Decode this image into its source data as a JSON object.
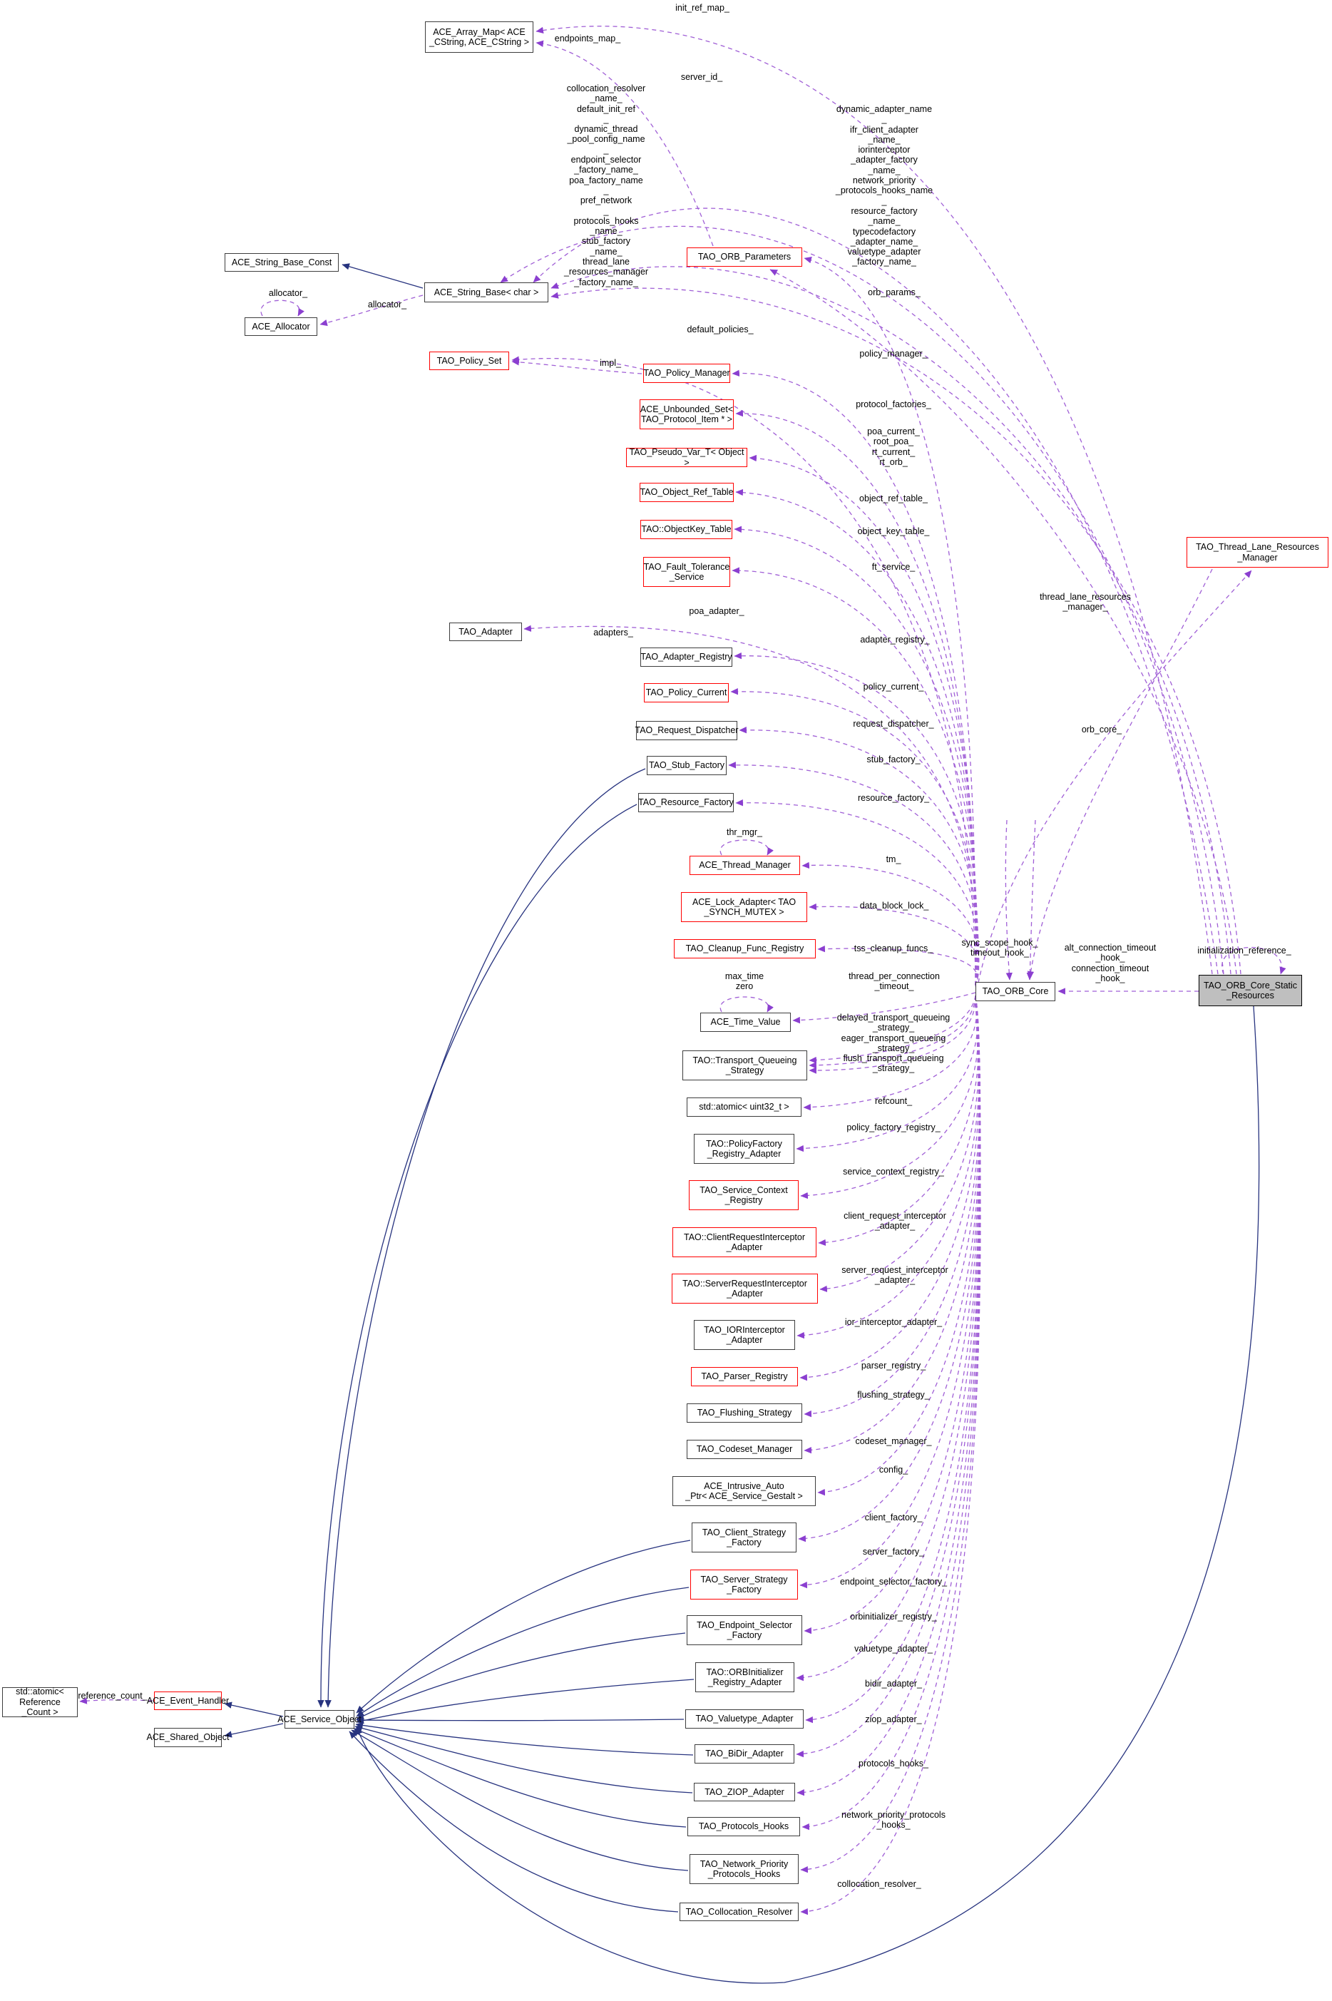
{
  "diagram": {
    "kind": "doxygen-collaboration-graph",
    "colors": {
      "dashed_edge": "#a05fd6",
      "solid_edge": "#27337f",
      "red_border": "#ff0000",
      "black_border": "#3d3d3d",
      "focus_fill": "#bfbfbf",
      "background": "#ffffff"
    }
  },
  "nodes": {
    "ace_array_map": {
      "label": "ACE_Array_Map< ACE\n_CString, ACE_CString >"
    },
    "ace_string_base_const": {
      "label": "ACE_String_Base_Const"
    },
    "ace_allocator": {
      "label": "ACE_Allocator"
    },
    "ace_string_base_char": {
      "label": "ACE_String_Base< char >"
    },
    "tao_orb_parameters": {
      "label": "TAO_ORB_Parameters"
    },
    "tao_policy_set": {
      "label": "TAO_Policy_Set"
    },
    "tao_policy_manager": {
      "label": "TAO_Policy_Manager"
    },
    "ace_unbounded_set": {
      "label": "ACE_Unbounded_Set<\nTAO_Protocol_Item * >"
    },
    "tao_pseudo_var": {
      "label": "TAO_Pseudo_Var_T< Object >"
    },
    "tao_object_ref_table": {
      "label": "TAO_Object_Ref_Table"
    },
    "tao_objectkey_table": {
      "label": "TAO::ObjectKey_Table"
    },
    "tao_fault_tolerance": {
      "label": "TAO_Fault_Tolerance\n_Service"
    },
    "tao_adapter": {
      "label": "TAO_Adapter"
    },
    "tao_adapter_registry": {
      "label": "TAO_Adapter_Registry"
    },
    "tao_policy_current": {
      "label": "TAO_Policy_Current"
    },
    "tao_request_dispatcher": {
      "label": "TAO_Request_Dispatcher"
    },
    "tao_stub_factory": {
      "label": "TAO_Stub_Factory"
    },
    "tao_resource_factory": {
      "label": "TAO_Resource_Factory"
    },
    "ace_thread_manager": {
      "label": "ACE_Thread_Manager"
    },
    "ace_lock_adapter": {
      "label": "ACE_Lock_Adapter< TAO\n_SYNCH_MUTEX >"
    },
    "tao_cleanup_func_registry": {
      "label": "TAO_Cleanup_Func_Registry"
    },
    "ace_time_value": {
      "label": "ACE_Time_Value"
    },
    "tao_transport_queueing": {
      "label": "TAO::Transport_Queueing\n_Strategy"
    },
    "std_atomic_uint32": {
      "label": "std::atomic< uint32_t >"
    },
    "tao_policyfactory": {
      "label": "TAO::PolicyFactory\n_Registry_Adapter"
    },
    "tao_service_context": {
      "label": "TAO_Service_Context\n_Registry"
    },
    "tao_clientrequest": {
      "label": "TAO::ClientRequestInterceptor\n_Adapter"
    },
    "tao_serverrequest": {
      "label": "TAO::ServerRequestInterceptor\n_Adapter"
    },
    "tao_iorinterceptor": {
      "label": "TAO_IORInterceptor\n_Adapter"
    },
    "tao_parser_registry": {
      "label": "TAO_Parser_Registry"
    },
    "tao_flushing_strategy": {
      "label": "TAO_Flushing_Strategy"
    },
    "tao_codeset_manager": {
      "label": "TAO_Codeset_Manager"
    },
    "ace_intrusive": {
      "label": "ACE_Intrusive_Auto\n_Ptr< ACE_Service_Gestalt >"
    },
    "tao_client_strategy": {
      "label": "TAO_Client_Strategy\n_Factory"
    },
    "tao_server_strategy": {
      "label": "TAO_Server_Strategy\n_Factory"
    },
    "tao_endpoint_selector": {
      "label": "TAO_Endpoint_Selector\n_Factory"
    },
    "tao_orbinitializer": {
      "label": "TAO::ORBInitializer\n_Registry_Adapter"
    },
    "tao_valuetype_adapter": {
      "label": "TAO_Valuetype_Adapter"
    },
    "tao_bidir_adapter": {
      "label": "TAO_BiDir_Adapter"
    },
    "tao_ziop_adapter": {
      "label": "TAO_ZIOP_Adapter"
    },
    "tao_protocols_hooks": {
      "label": "TAO_Protocols_Hooks"
    },
    "tao_network_priority": {
      "label": "TAO_Network_Priority\n_Protocols_Hooks"
    },
    "tao_collocation_resolver": {
      "label": "TAO_Collocation_Resolver"
    },
    "std_atomic_refcount": {
      "label": "std::atomic< Reference\n_Count >"
    },
    "ace_event_handler": {
      "label": "ACE_Event_Handler"
    },
    "ace_shared_object": {
      "label": "ACE_Shared_Object"
    },
    "ace_service_object": {
      "label": "ACE_Service_Object"
    },
    "tao_orb_core": {
      "label": "TAO_ORB_Core"
    },
    "tao_orb_core_static": {
      "label": "TAO_ORB_Core_Static\n_Resources"
    },
    "tao_thread_lane": {
      "label": "TAO_Thread_Lane_Resources\n_Manager"
    }
  },
  "labels": {
    "init_ref_map": {
      "text": "init_ref_map_"
    },
    "endpoints_map": {
      "text": "endpoints_map_"
    },
    "server_id": {
      "text": "server_id_"
    },
    "names_left": {
      "text": "collocation_resolver\n_name_\ndefault_init_ref\n_\ndynamic_thread\n_pool_config_name\n_\nendpoint_selector\n_factory_name_\npoa_factory_name\n_\npref_network\n_\nprotocols_hooks\n_name_\nstub_factory\n_name_\nthread_lane\n_resources_manager\n_factory_name_"
    },
    "names_right": {
      "text": "dynamic_adapter_name\n_\nifr_client_adapter\n_name_\niorinterceptor\n_adapter_factory\n_name_\nnetwork_priority\n_protocols_hooks_name\n_\nresource_factory\n_name_\ntypecodefactory\n_adapter_name_\nvaluetype_adapter\n_factory_name_"
    },
    "orb_params": {
      "text": "orb_params_"
    },
    "default_policies": {
      "text": "default_policies_"
    },
    "allocator_self": {
      "text": "allocator_"
    },
    "allocator": {
      "text": "allocator_"
    },
    "impl": {
      "text": "impl_"
    },
    "policy_manager": {
      "text": "policy_manager_"
    },
    "protocol_factories": {
      "text": "protocol_factories_"
    },
    "poa_current": {
      "text": "poa_current_\nroot_poa_\nrt_current_\nrt_orb_"
    },
    "object_ref_table": {
      "text": "object_ref_table_"
    },
    "object_key_table": {
      "text": "object_key_table_"
    },
    "ft_service": {
      "text": "ft_service_"
    },
    "poa_adapter": {
      "text": "poa_adapter_"
    },
    "adapters": {
      "text": "adapters_"
    },
    "adapter_registry": {
      "text": "adapter_registry_"
    },
    "policy_current": {
      "text": "policy_current_"
    },
    "request_dispatcher": {
      "text": "request_dispatcher_"
    },
    "stub_factory": {
      "text": "stub_factory_"
    },
    "resource_factory": {
      "text": "resource_factory_"
    },
    "thr_mgr": {
      "text": "thr_mgr_"
    },
    "tm": {
      "text": "tm_"
    },
    "data_block_lock": {
      "text": "data_block_lock_"
    },
    "tss_cleanup_funcs": {
      "text": "tss_cleanup_funcs_"
    },
    "sync_scope": {
      "text": "sync_scope_hook_\ntimeout_hook_"
    },
    "max_time": {
      "text": "max_time\nzero"
    },
    "thread_per_conn": {
      "text": "thread_per_connection\n_timeout_"
    },
    "transport_queueing": {
      "text": "delayed_transport_queueing\n_strategy_\neager_transport_queueing\n_strategy_\nflush_transport_queueing\n_strategy_"
    },
    "refcount": {
      "text": "refcount_"
    },
    "policy_factory_registry": {
      "text": "policy_factory_registry_"
    },
    "service_context_registry": {
      "text": "service_context_registry_"
    },
    "client_request": {
      "text": "client_request_interceptor\n_adapter_"
    },
    "server_request": {
      "text": "server_request_interceptor\n_adapter_"
    },
    "ior_interceptor": {
      "text": "ior_interceptor_adapter_"
    },
    "parser_registry": {
      "text": "parser_registry_"
    },
    "flushing_strategy": {
      "text": "flushing_strategy_"
    },
    "codeset_manager": {
      "text": "codeset_manager_"
    },
    "config": {
      "text": "config_"
    },
    "client_factory": {
      "text": "client_factory_"
    },
    "server_factory": {
      "text": "server_factory_"
    },
    "endpoint_selector_factory": {
      "text": "endpoint_selector_factory_"
    },
    "orbinitializer_registry": {
      "text": "orbinitializer_registry_"
    },
    "valuetype_adapter": {
      "text": "valuetype_adapter_"
    },
    "bidir_adapter": {
      "text": "bidir_adapter_"
    },
    "ziop_adapter": {
      "text": "ziop_adapter_"
    },
    "protocols_hooks": {
      "text": "protocols_hooks_"
    },
    "network_priority": {
      "text": "network_priority_protocols\n_hooks_"
    },
    "collocation_resolver": {
      "text": "collocation_resolver_"
    },
    "alt_connection": {
      "text": "alt_connection_timeout\n_hook_\nconnection_timeout\n_hook_"
    },
    "initialization_reference": {
      "text": "initialization_reference_"
    },
    "thread_lane_mgr": {
      "text": "thread_lane_resources\n_manager_"
    },
    "orb_core": {
      "text": "orb_core_"
    },
    "reference_count": {
      "text": "reference_count_"
    }
  }
}
